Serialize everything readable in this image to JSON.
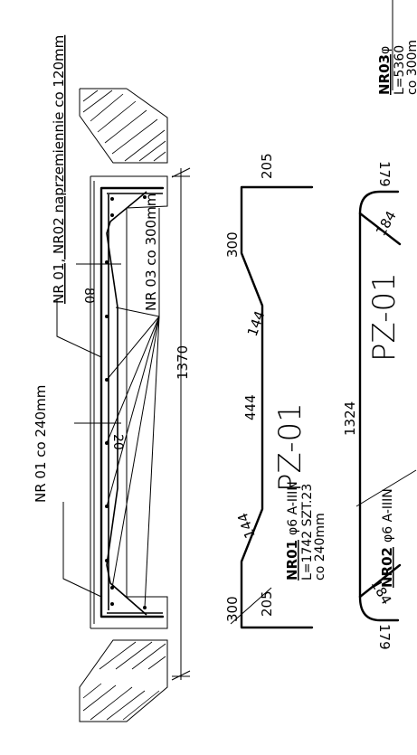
{
  "labels": {
    "nr0102": "NR 01, NR02 naprzemiennie co 120mm",
    "nr03": "NR 03 co 300mm",
    "nr01": "NR 01 co 240mm",
    "dim80": "80",
    "dim20": "20",
    "dim1370": "1370"
  },
  "nr01_shape": {
    "bar_title": "NR01",
    "bar_spec": "φ6 A-IIIN",
    "length": "L=1742 SZT.23",
    "spacing": "co 240mm",
    "mark": "PZ-01",
    "d205_top": "205",
    "d300_top": "300",
    "d144_top": "144",
    "d444": "444",
    "d144_bot": "144",
    "d300_bot": "300",
    "d205_bot": "205"
  },
  "nr02_shape": {
    "bar_title": "NR02",
    "bar_spec": "φ6 A-IIIN",
    "mark": "PZ-01",
    "d179_top": "179",
    "d184_top": "184",
    "d1324": "1324",
    "d184_bot": "184",
    "d179_bot": "179"
  },
  "nr03_shape": {
    "bar_title": "NR03",
    "bar_spec": "φ",
    "length": "L=5360",
    "spacing": "co 300m"
  }
}
